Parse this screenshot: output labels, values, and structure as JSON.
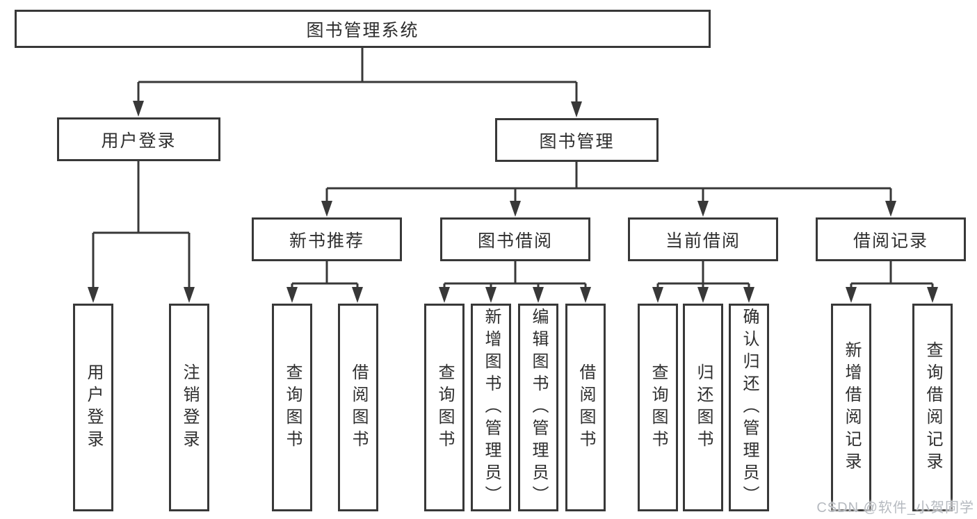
{
  "tree": {
    "root": "图书管理系统",
    "user_login": {
      "label": "用户登录",
      "leaves": [
        "用户登录",
        "注销登录"
      ]
    },
    "book_mgmt": {
      "label": "图书管理",
      "modules": [
        {
          "label": "新书推荐",
          "leaves": [
            "查询图书",
            "借阅图书"
          ]
        },
        {
          "label": "图书借阅",
          "leaves": [
            "查询图书",
            "新增图书（管理员）",
            "编辑图书（管理员）",
            "借阅图书"
          ]
        },
        {
          "label": "当前借阅",
          "leaves": [
            "查询图书",
            "归还图书",
            "确认归还（管理员）"
          ]
        },
        {
          "label": "借阅记录",
          "leaves": [
            "新增借阅记录",
            "查询借阅记录"
          ]
        }
      ]
    }
  },
  "watermark": {
    "text": "CSDN @软件_小贺同学"
  },
  "colors": {
    "ink": "#383838",
    "node_text": "#2e2e2e",
    "watermark_gray": "#b6bac0",
    "background": "#ffffff"
  }
}
